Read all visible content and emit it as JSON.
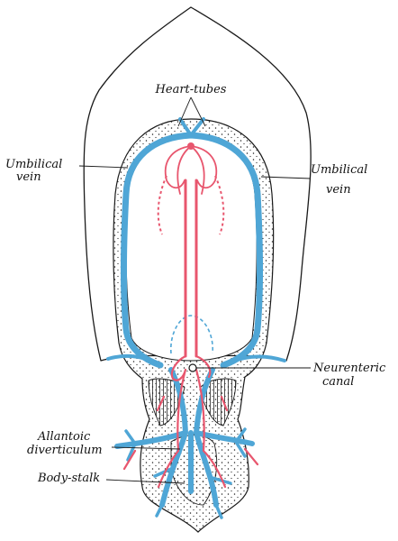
{
  "labels": {
    "heart_tubes": "Heart-tubes",
    "umbilical_vein_left_1": "Umbilical",
    "umbilical_vein_left_2": "vein",
    "umbilical_vein_right_1": "Umbilical",
    "umbilical_vein_right_2": "vein",
    "neurenteric_1": "Neurenteric",
    "neurenteric_2": "canal",
    "allantoic_1": "Allantoic",
    "allantoic_2": "diverticulum",
    "body_stalk": "Body-stalk"
  },
  "colors": {
    "vein": "#4fa6d6",
    "artery": "#e8566e",
    "ink": "#1a1a1a",
    "background": "#ffffff"
  }
}
